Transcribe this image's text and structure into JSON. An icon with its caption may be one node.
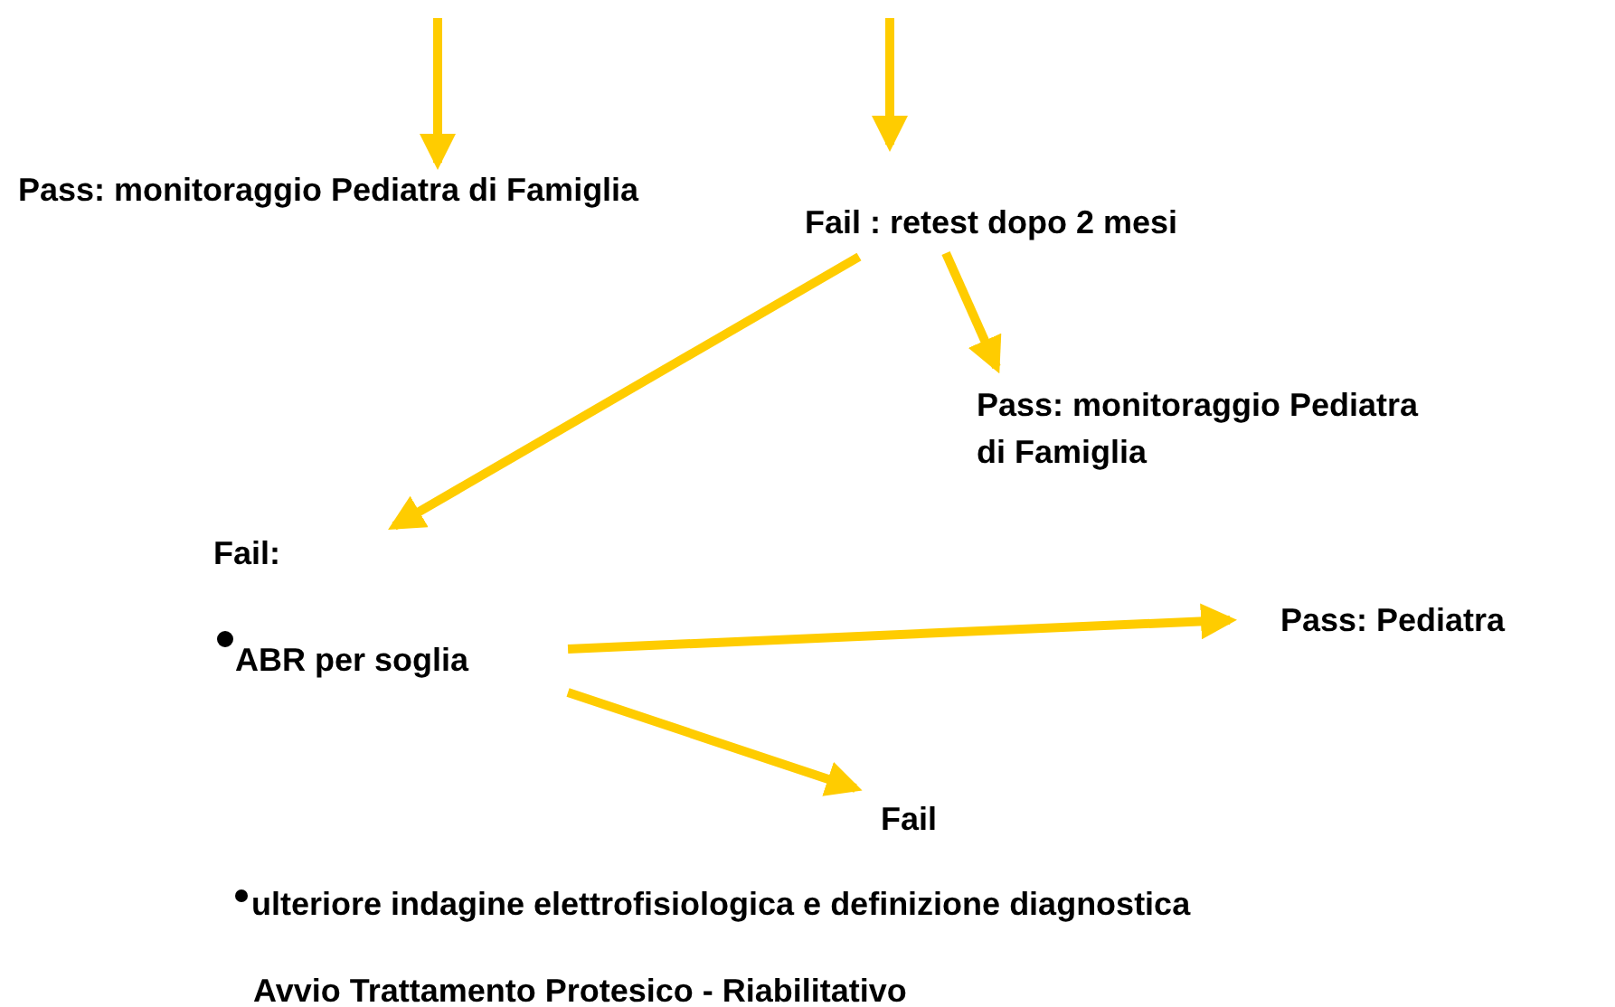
{
  "diagram": {
    "nodes": [
      {
        "text": [
          "Pass: monitoraggio Pediatra di Famiglia"
        ]
      },
      {
        "text": [
          "Fail : retest dopo 2 mesi"
        ]
      },
      {
        "text": [
          "Pass: monitoraggio Pediatra di Famiglia"
        ]
      },
      {
        "text": [
          "Fail:"
        ]
      },
      {
        "text": [
          "ABR per soglia"
        ]
      },
      {
        "text": [
          "Pass: Pediatra"
        ]
      },
      {
        "text": [
          "Fail"
        ]
      }
    ],
    "edges": [
      {
        "from": null,
        "to": 0,
        "arrow": "to"
      },
      {
        "from": null,
        "to": 1,
        "arrow": "to"
      },
      {
        "from": 1,
        "to": 2,
        "arrow": "to"
      },
      {
        "from": 1,
        "to": 3,
        "arrow": "to"
      },
      {
        "from": 4,
        "to": 5,
        "arrow": "to"
      },
      {
        "from": 4,
        "to": 6,
        "arrow": "to"
      }
    ],
    "labels": [
      "ulteriore indagine elettrofisiologica e definizione diagnostica",
      "Avvio Trattamento Protesico - Riabilitativo"
    ]
  }
}
